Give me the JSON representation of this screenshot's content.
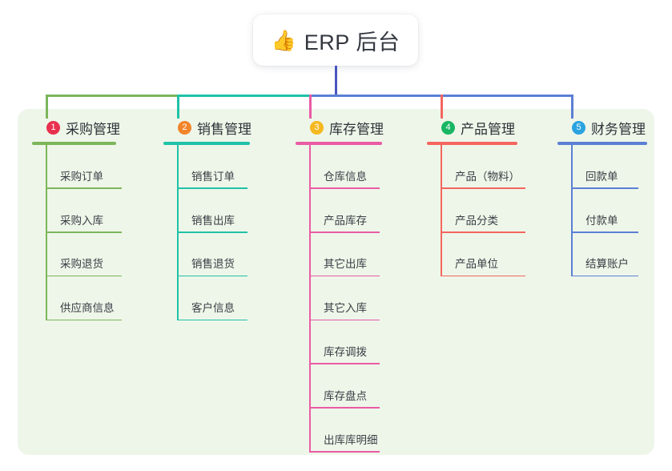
{
  "diagram": {
    "type": "mindmap",
    "title": "ERP 后台",
    "root": {
      "icon": "thumbs-up-emoji",
      "icon_glyph": "👍",
      "label": "ERP 后台"
    },
    "background_color": "#eef6e9",
    "trunk_color": "#4a55c0",
    "branches": [
      {
        "number": "1",
        "label": "采购管理",
        "badge_color": "#e8304f",
        "line_color": "#7cb65a",
        "items": [
          {
            "label": "采购订单"
          },
          {
            "label": "采购入库"
          },
          {
            "label": "采购退货"
          },
          {
            "label": "供应商信息"
          }
        ]
      },
      {
        "number": "2",
        "label": "销售管理",
        "badge_color": "#f2842a",
        "line_color": "#1fc2a7",
        "items": [
          {
            "label": "销售订单"
          },
          {
            "label": "销售出库"
          },
          {
            "label": "销售退货"
          },
          {
            "label": "客户信息"
          }
        ]
      },
      {
        "number": "3",
        "label": "库存管理",
        "badge_color": "#f5b820",
        "line_color": "#ea5ba5",
        "items": [
          {
            "label": "仓库信息"
          },
          {
            "label": "产品库存"
          },
          {
            "label": "其它出库"
          },
          {
            "label": "其它入库"
          },
          {
            "label": "库存调拨"
          },
          {
            "label": "库存盘点"
          },
          {
            "label": "出库库明细"
          }
        ]
      },
      {
        "number": "4",
        "label": "产品管理",
        "badge_color": "#18b663",
        "line_color": "#f4665f",
        "items": [
          {
            "label": "产品（物料）"
          },
          {
            "label": "产品分类"
          },
          {
            "label": "产品单位"
          }
        ]
      },
      {
        "number": "5",
        "label": "财务管理",
        "badge_color": "#2aa3e0",
        "line_color": "#5b7fd4",
        "items": [
          {
            "label": "回款单"
          },
          {
            "label": "付款单"
          },
          {
            "label": "结算账户"
          }
        ]
      }
    ]
  }
}
